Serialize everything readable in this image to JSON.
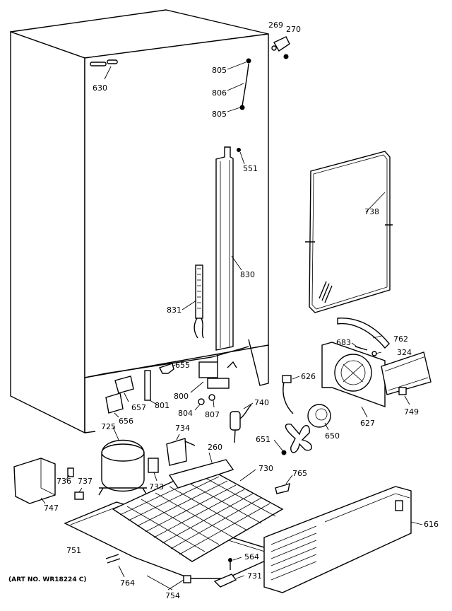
{
  "art_number": "(ART NO. WR18224 C)",
  "part_labels": {
    "p269": "269",
    "p270": "270",
    "p630": "630",
    "p805a": "805",
    "p806": "806",
    "p805b": "805",
    "p551": "551",
    "p738": "738",
    "p830": "830",
    "p831": "831",
    "p762": "762",
    "p683": "683",
    "p324": "324",
    "p655": "655",
    "p626": "626",
    "p800": "800",
    "p657": "657",
    "p801": "801",
    "p656": "656",
    "p804": "804",
    "p807": "807",
    "p740": "740",
    "p627": "627",
    "p749": "749",
    "p725": "725",
    "p734": "734",
    "p650": "650",
    "p651": "651",
    "p260": "260",
    "p730": "730",
    "p765": "765",
    "p736": "736",
    "p737": "737",
    "p733": "733",
    "p747": "747",
    "p616": "616",
    "p751": "751",
    "p564": "564",
    "p731": "731",
    "p764": "764",
    "p754": "754"
  }
}
